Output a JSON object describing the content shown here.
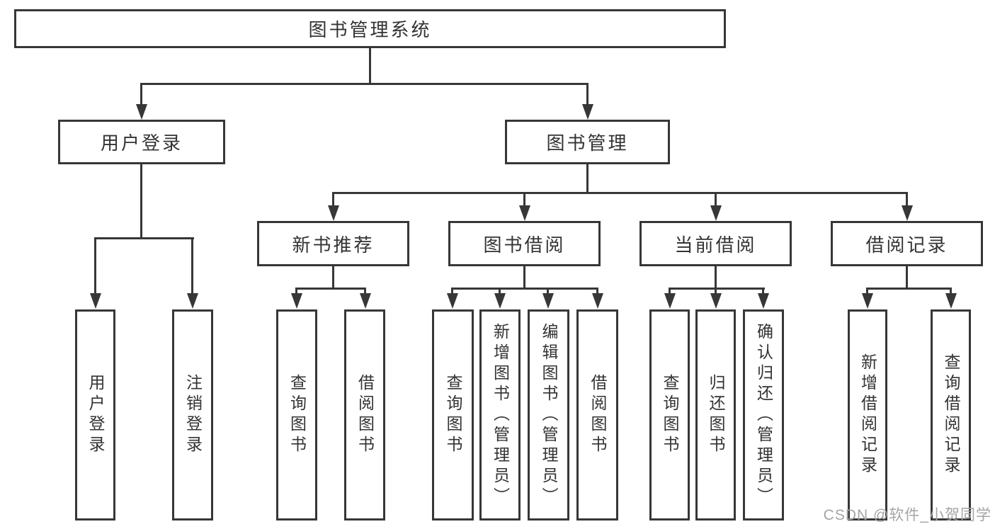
{
  "diagram": {
    "root": {
      "label": "图书管理系统"
    },
    "level2": [
      {
        "label": "用户登录"
      },
      {
        "label": "图书管理"
      }
    ],
    "level3": [
      {
        "label": "新书推荐"
      },
      {
        "label": "图书借阅"
      },
      {
        "label": "当前借阅"
      },
      {
        "label": "借阅记录"
      }
    ],
    "leaves": {
      "user_login": [
        "用户登录",
        "注销登录"
      ],
      "new_book": [
        "查询图书",
        "借阅图书"
      ],
      "book_borrow": [
        "查询图书",
        "新增图书（管理员）",
        "编辑图书（管理员）",
        "借阅图书"
      ],
      "current_borrow": [
        "查询图书",
        "归还图书",
        "确认归还（管理员）"
      ],
      "records": [
        "新增借阅记录",
        "查询借阅记录"
      ]
    }
  },
  "watermark": {
    "text": "CSDN @软件_小贺同学"
  },
  "colors": {
    "line": "#373737",
    "text": "#333333",
    "watermark_text": "#a5a5a5",
    "background": "#ffffff"
  }
}
